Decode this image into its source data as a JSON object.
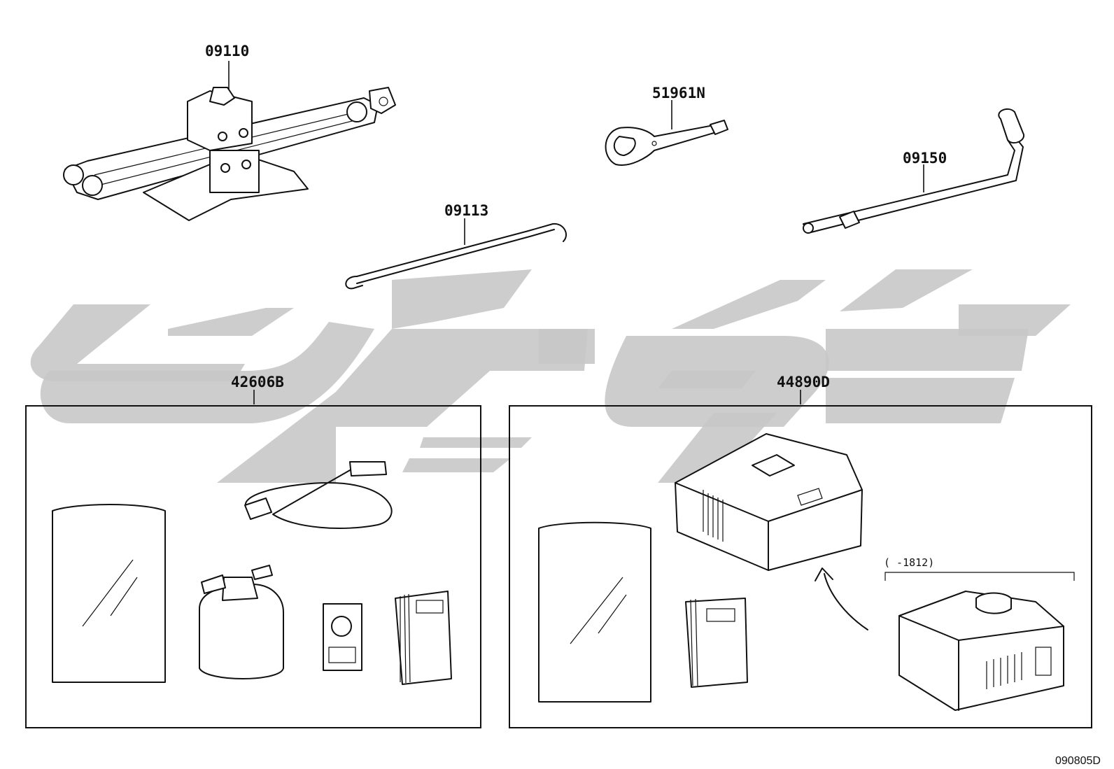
{
  "drawing_id": "090805D",
  "parts": {
    "jack": "09110",
    "hub_nut_wrench": "51961N",
    "jack_handle": "09113",
    "lug_wrench": "09150",
    "repair_kit": "42606B",
    "compressor_kit": "44890D"
  },
  "notes": {
    "production_range": "(      -1812)"
  },
  "colors": {
    "line": "#111111",
    "watermark": "#c8c8c8",
    "background": "#ffffff"
  }
}
